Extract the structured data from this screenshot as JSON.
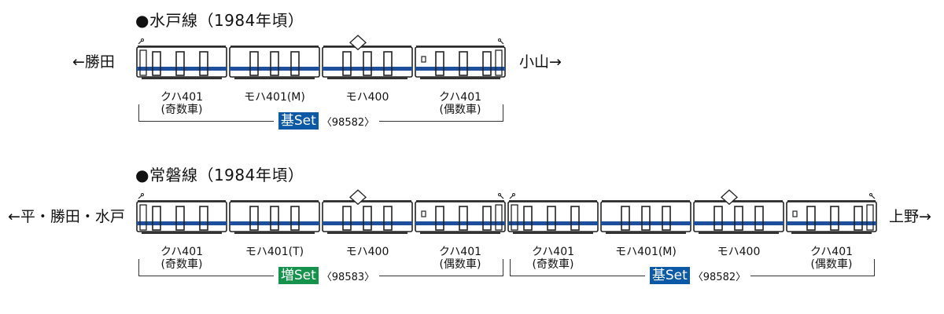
{
  "sections": [
    {
      "title": "●水戸線（1984年頃）",
      "left_dir": "←勝田",
      "right_dir": "小山→",
      "cars": [
        {
          "type": "kuha-odd",
          "name": "クハ401",
          "sub": "(奇数車)",
          "pantograph": false
        },
        {
          "type": "moha-m",
          "name": "モハ401(M)",
          "sub": "",
          "pantograph": false
        },
        {
          "type": "moha-pan",
          "name": "モハ400",
          "sub": "",
          "pantograph": true
        },
        {
          "type": "kuha-even",
          "name": "クハ401",
          "sub": "(偶数車)",
          "pantograph": false
        }
      ],
      "sets": [
        {
          "badge": "基Set",
          "code": "〈98582〉",
          "color": "#0c5aa6"
        }
      ]
    },
    {
      "title": "●常磐線（1984年頃）",
      "left_dir": "←平・勝田・水戸",
      "right_dir": "上野→",
      "cars": [
        {
          "type": "kuha-odd",
          "name": "クハ401",
          "sub": "(奇数車)",
          "pantograph": false
        },
        {
          "type": "moha-m",
          "name": "モハ401(T)",
          "sub": "",
          "pantograph": false
        },
        {
          "type": "moha-pan",
          "name": "モハ400",
          "sub": "",
          "pantograph": true
        },
        {
          "type": "kuha-even",
          "name": "クハ401",
          "sub": "(偶数車)",
          "pantograph": false
        },
        {
          "type": "kuha-odd",
          "name": "クハ401",
          "sub": "(奇数車)",
          "pantograph": false
        },
        {
          "type": "moha-m",
          "name": "モハ401(M)",
          "sub": "",
          "pantograph": false
        },
        {
          "type": "moha-pan",
          "name": "モハ400",
          "sub": "",
          "pantograph": true
        },
        {
          "type": "kuha-even",
          "name": "クハ401",
          "sub": "(偶数車)",
          "pantograph": false
        }
      ],
      "sets": [
        {
          "badge": "増Set",
          "code": "〈98583〉",
          "color": "#15924b"
        },
        {
          "badge": "基Set",
          "code": "〈98582〉",
          "color": "#0c5aa6"
        }
      ]
    }
  ],
  "colors": {
    "stripe": "#1e4f9c",
    "outline": "#222222",
    "body": "#ffffff",
    "roof": "#333333"
  }
}
